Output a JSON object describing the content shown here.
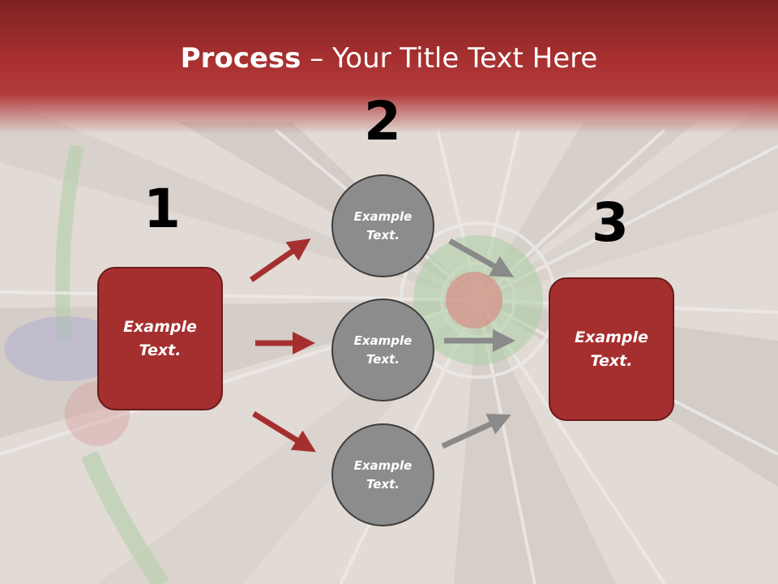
{
  "title": {
    "bold": "Process",
    "dash": " – ",
    "rest": "Your Title Text Here"
  },
  "steps": [
    {
      "number": "1",
      "text_line1": "Example",
      "text_line2": "Text."
    },
    {
      "number": "2"
    },
    {
      "number": "3",
      "text_line1": "Example",
      "text_line2": "Text."
    }
  ],
  "circles": [
    {
      "line1": "Example",
      "line2": "Text."
    },
    {
      "line1": "Example",
      "line2": "Text."
    },
    {
      "line1": "Example",
      "line2": "Text."
    }
  ],
  "colors": {
    "header": "#a83030",
    "box": "#a52f2f",
    "circle": "#8c8c8c",
    "arrow_red": "#a52f2f",
    "arrow_gray": "#8a8a8a"
  },
  "background": "dartboard-photo"
}
